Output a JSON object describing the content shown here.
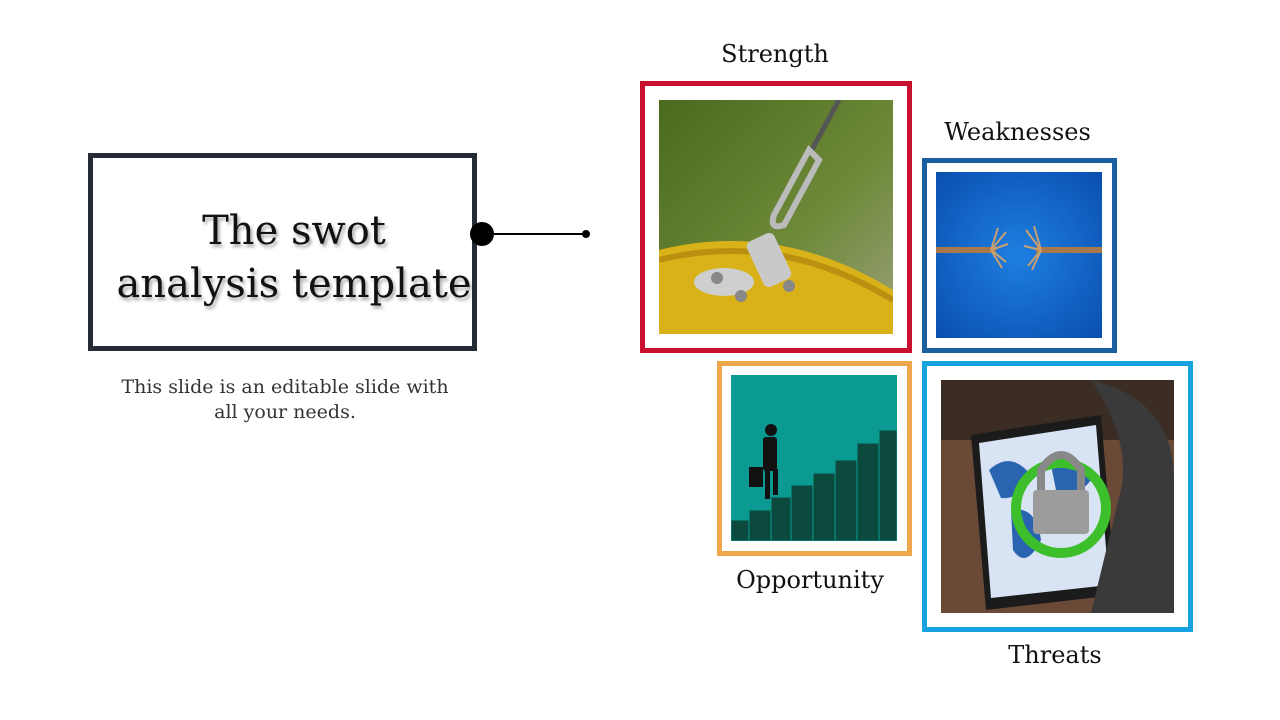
{
  "slide": {
    "title_line1": "The swot",
    "title_line2": "analysis template",
    "subtitle_line1": "This slide is an editable slide with",
    "subtitle_line2": "all your needs."
  },
  "quadrants": {
    "strength": {
      "label": "Strength",
      "color": "#c8102e",
      "image": "rope-hook-photo"
    },
    "weaknesses": {
      "label": "Weaknesses",
      "color": "#1a5fa0",
      "image": "frayed-rope-photo"
    },
    "opportunity": {
      "label": "Opportunity",
      "color": "#f0a64a",
      "image": "stairs-climber-photo"
    },
    "threats": {
      "label": "Threats",
      "color": "#17a2e0",
      "image": "laptop-lock-photo"
    }
  }
}
